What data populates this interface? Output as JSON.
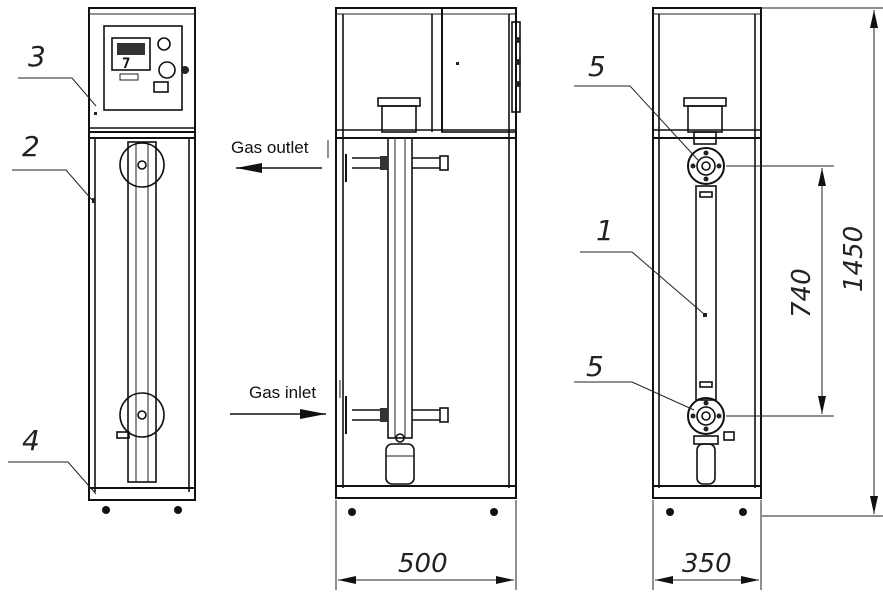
{
  "labels": {
    "part_1": "1",
    "part_2": "2",
    "part_3": "3",
    "part_4": "4",
    "part_5_top": "5",
    "part_5_bottom": "5"
  },
  "flows": {
    "gas_outlet": "Gas outlet",
    "gas_inlet": "Gas inlet"
  },
  "dimensions": {
    "width_side": "500",
    "width_back": "350",
    "flange_spacing": "740",
    "total_height": "1450"
  }
}
